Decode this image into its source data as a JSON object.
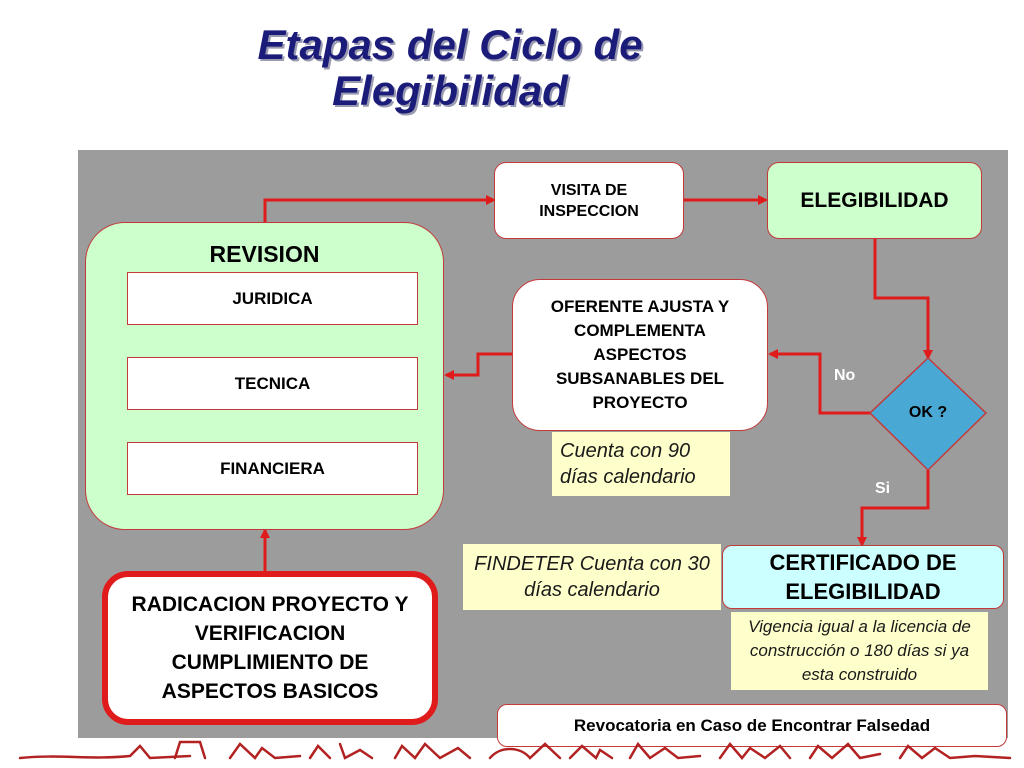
{
  "title": {
    "line1": "Etapas del Ciclo de",
    "line2": "Elegibilidad"
  },
  "nodes": {
    "visita": "VISITA DE INSPECCION",
    "elegibilidad": "ELEGIBILIDAD",
    "revision": "REVISION",
    "juridica": "JURIDICA",
    "tecnica": "TECNICA",
    "financiera": "FINANCIERA",
    "oferente": "OFERENTE AJUSTA Y COMPLEMENTA ASPECTOS SUBSANABLES DEL PROYECTO",
    "ok": "OK ?",
    "certificado": "CERTIFICADO DE ELEGIBILIDAD",
    "radicacion": "RADICACION PROYECTO Y VERIFICACION CUMPLIMIENTO DE ASPECTOS BASICOS",
    "revocatoria": "Revocatoria en Caso de Encontrar Falsedad"
  },
  "edge_labels": {
    "no": "No",
    "si": "Si"
  },
  "notes": {
    "oferente_plazo": "Cuenta con 90 días calendario",
    "findeter_plazo": "FINDETER Cuenta con 30 días calendario",
    "vigencia": "Vigencia igual a la licencia de construcción o 180 días si ya esta construido"
  },
  "colors": {
    "title": "#1b1b7a",
    "panel": "#9c9c9c",
    "arrow": "#e01b1b",
    "green_box": "#ccffcc",
    "cyan_box": "#ccffff",
    "diamond": "#4aa8d4",
    "note": "#ffffcc",
    "decoration": "#b22222"
  }
}
